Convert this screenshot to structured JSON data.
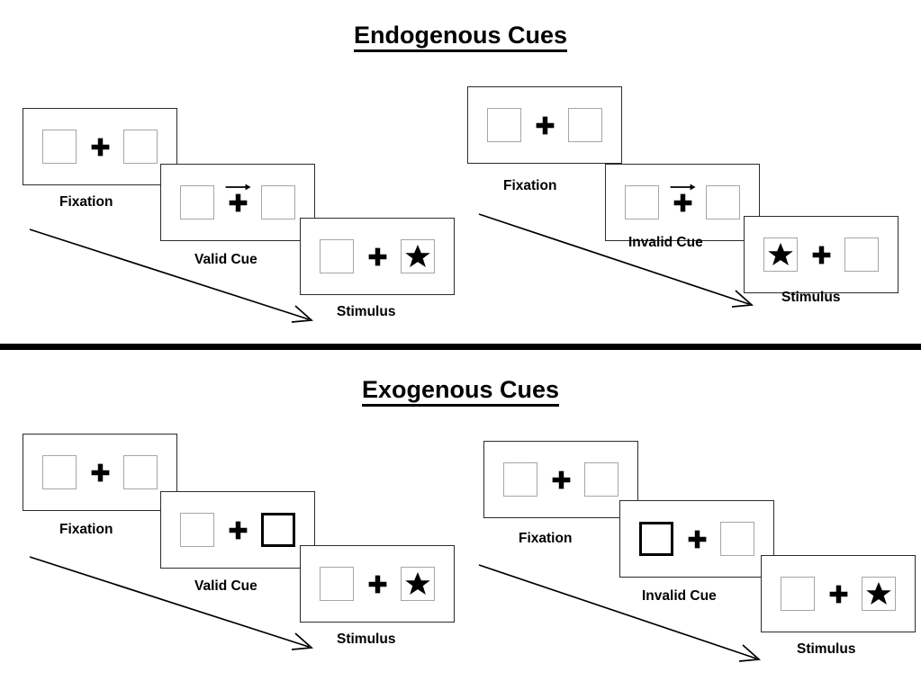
{
  "figure": {
    "title_top": "Endogenous Cues",
    "title_bottom": "Exogenous Cues",
    "divider_color": "#000000",
    "panel_border_color": "#2b2b2b",
    "box_border_color": "#a6a6a6",
    "cued_box_border_color": "#000000",
    "star_color": "#000000",
    "fixation_color": "#000000"
  },
  "sections": [
    {
      "id": "endogenous",
      "title": "Endogenous Cues",
      "cue_type": "arrow",
      "sequences": [
        {
          "id": "endogenous-valid",
          "validity": "valid",
          "frames": [
            {
              "label": "Fixation",
              "cue": "none",
              "stimulus": "none"
            },
            {
              "label": "Valid Cue",
              "cue": "arrow-right",
              "stimulus": "none"
            },
            {
              "label": "Stimulus",
              "cue": "none",
              "stimulus": "right"
            }
          ]
        },
        {
          "id": "endogenous-invalid",
          "validity": "invalid",
          "frames": [
            {
              "label": "Fixation",
              "cue": "none",
              "stimulus": "none"
            },
            {
              "label": "Invalid Cue",
              "cue": "arrow-right",
              "stimulus": "none"
            },
            {
              "label": "Stimulus",
              "cue": "none",
              "stimulus": "left"
            }
          ]
        }
      ]
    },
    {
      "id": "exogenous",
      "title": "Exogenous Cues",
      "cue_type": "box-flash",
      "sequences": [
        {
          "id": "exogenous-valid",
          "validity": "valid",
          "frames": [
            {
              "label": "Fixation",
              "cue": "none",
              "stimulus": "none"
            },
            {
              "label": "Valid Cue",
              "cue": "box-right",
              "stimulus": "none"
            },
            {
              "label": "Stimulus",
              "cue": "none",
              "stimulus": "right"
            }
          ]
        },
        {
          "id": "exogenous-invalid",
          "validity": "invalid",
          "frames": [
            {
              "label": "Fixation",
              "cue": "none",
              "stimulus": "none"
            },
            {
              "label": "Invalid Cue",
              "cue": "box-left",
              "stimulus": "none"
            },
            {
              "label": "Stimulus",
              "cue": "none",
              "stimulus": "right"
            }
          ]
        }
      ]
    }
  ],
  "labels": {
    "fixation": "Fixation",
    "valid_cue": "Valid Cue",
    "invalid_cue": "Invalid Cue",
    "stimulus": "Stimulus"
  },
  "time_arrows": [
    {
      "id": "endogenous-valid-time-arrow"
    },
    {
      "id": "endogenous-invalid-time-arrow"
    },
    {
      "id": "exogenous-valid-time-arrow"
    },
    {
      "id": "exogenous-invalid-time-arrow"
    }
  ]
}
